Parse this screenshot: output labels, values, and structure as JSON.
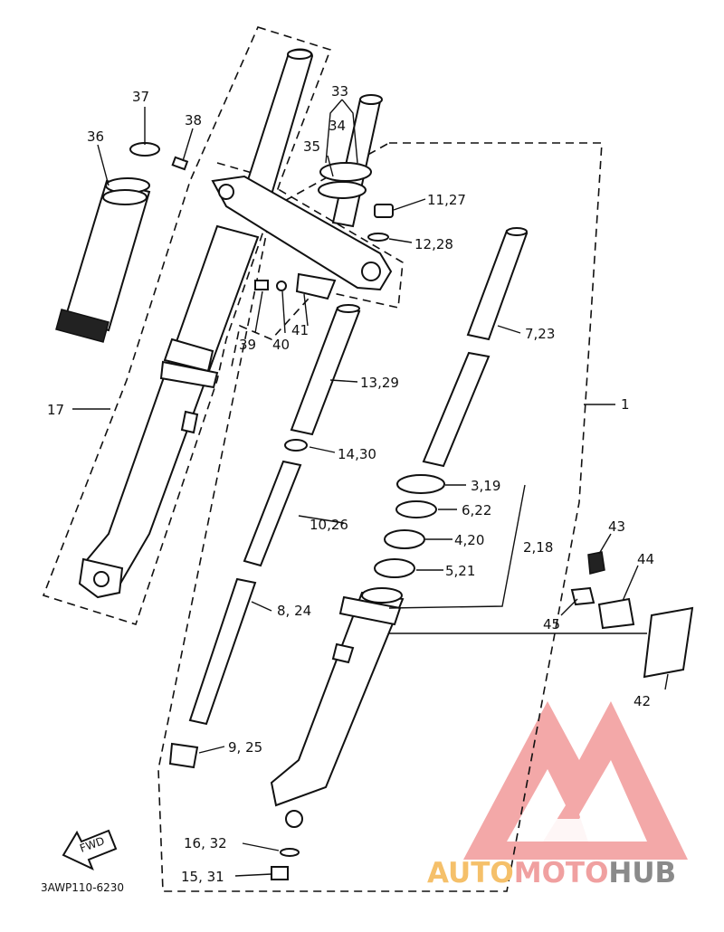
{
  "diagram": {
    "code": "3AWP110-6230",
    "fwd_label": "FWD",
    "labels": {
      "l37": "37",
      "l38": "38",
      "l36": "36",
      "l33": "33",
      "l34": "34",
      "l35": "35",
      "l11_27": "11,27",
      "l12_28": "12,28",
      "l7_23": "7,23",
      "l41": "41",
      "l39": "39",
      "l40": "40",
      "l13_29": "13,29",
      "l17": "17",
      "l1": "1",
      "l14_30": "14,30",
      "l3_19": "3,19",
      "l6_22": "6,22",
      "l4_20": "4,20",
      "l2_18": "2,18",
      "l10_26": "10,26",
      "l5_21": "5,21",
      "l43": "43",
      "l44": "44",
      "l8_24": "8, 24",
      "l45": "45",
      "l42": "42",
      "l9_25": "9, 25",
      "l16_32": "16, 32",
      "l15_31": "15, 31"
    }
  },
  "watermark": {
    "brand_part1": "AUTO",
    "brand_part2": "MOTO",
    "brand_part3": "HUB",
    "colors": {
      "auto": "#f5c06a",
      "moto": "#f0a0a0",
      "hub": "#8a8a8a",
      "logo": "#f19a9a"
    }
  }
}
